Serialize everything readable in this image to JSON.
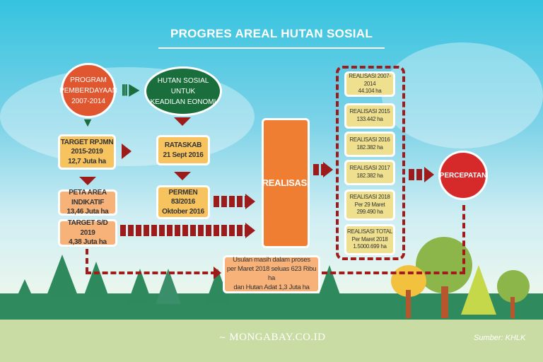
{
  "title": "PROGRES AREAL HUTAN SOSIAL",
  "program": [
    "PROGRAM",
    "PEMBERDAYAAN",
    "2007-2014"
  ],
  "hutan_sosial": [
    "HUTAN SOSIAL UNTUK",
    "KEADILAN EONOMI"
  ],
  "target_rpjmn": [
    "TARGET RPJMN",
    "2015-2019",
    "12,7 Juta ha"
  ],
  "rataskab": [
    "RATASKAB",
    "21 Sept 2016"
  ],
  "peta": [
    "PETA AREA INDIKATIF",
    "13,46 Juta ha"
  ],
  "permen": [
    "PERMEN",
    "83/2016",
    "Oktober 2016"
  ],
  "target_sd": [
    "TARGET S/D 2019",
    "4,38 Juta ha"
  ],
  "realisasi": "REALISASI",
  "realisasi_items": [
    [
      "REALISASI 2007-2014",
      "44.104 ha"
    ],
    [
      "REALISASI 2015",
      "133.442 ha"
    ],
    [
      "REALISASI 2016",
      "182.382 ha"
    ],
    [
      "REALISASI 2017",
      "182.382 ha"
    ],
    [
      "REALISASI 2018",
      "Per 29 Maret",
      "299.490 ha"
    ],
    [
      "REALISASI TOTAL",
      "Per Maret 2018",
      "1.5000.699 ha"
    ]
  ],
  "percepatan": "PERCEPATAN",
  "usulan": [
    "Usulan masih dalam proses",
    "per Maret 2018 seluas 623 Ribu ha",
    "dan Hutan Adat 1,3 Juta ha"
  ],
  "footer": {
    "logo": "MONGABAY.CO.ID",
    "source": "Sumber: KHLK"
  },
  "colors": {
    "orange": "#e0572f",
    "green": "#1a6e3c",
    "red": "#d62a2a",
    "dark_red": "#9e1b1b"
  }
}
